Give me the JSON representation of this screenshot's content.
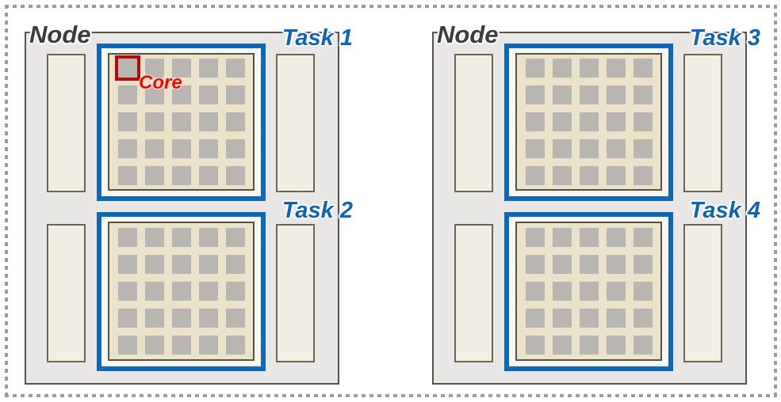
{
  "figure": {
    "nodes": [
      {
        "label": "Node",
        "tasks": [
          {
            "label": "Task 1",
            "cores": 25
          },
          {
            "label": "Task 2",
            "cores": 25
          }
        ]
      },
      {
        "label": "Node",
        "tasks": [
          {
            "label": "Task 3",
            "cores": 25
          },
          {
            "label": "Task 4",
            "cores": 25
          }
        ]
      }
    ],
    "grid": {
      "rows": 5,
      "cols": 5
    },
    "core_annotation": {
      "label": "Core",
      "node_index": 0,
      "task_index": 0,
      "core_index": 0
    },
    "colors": {
      "dash": "#9b9ba0",
      "node_fill": "#e8e7e5",
      "node_border": "#57534a",
      "node_label_color": "#3c3c3c",
      "slot_fill": "#f2eee4",
      "slot_border": "#6e6553",
      "task_border": "#0e67b8",
      "task_inner": "#f7f7f4",
      "task_label_color": "#0e65b5",
      "panel_fill": "#ebe2ca",
      "panel_border": "#57513e",
      "core_fill": "#b9b5b1",
      "core_highlight": "#b00b0b",
      "core_label_color": "#fa0200"
    }
  }
}
